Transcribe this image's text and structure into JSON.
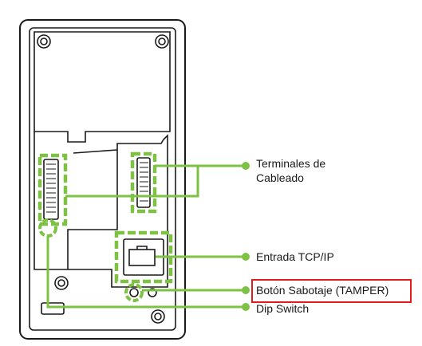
{
  "labels": {
    "terminals_line1": "Terminales de",
    "terminals_line2": "Cableado",
    "tcpip": "Entrada TCP/IP",
    "tamper": "Botón Sabotaje (TAMPER)",
    "dip_switch": "Dip Switch"
  },
  "colors": {
    "callout": "#7dc242",
    "device_outline": "#1a1a1a",
    "highlight": "#e21b1b",
    "text": "#1a1a1a"
  },
  "highlighted_item": "tamper"
}
